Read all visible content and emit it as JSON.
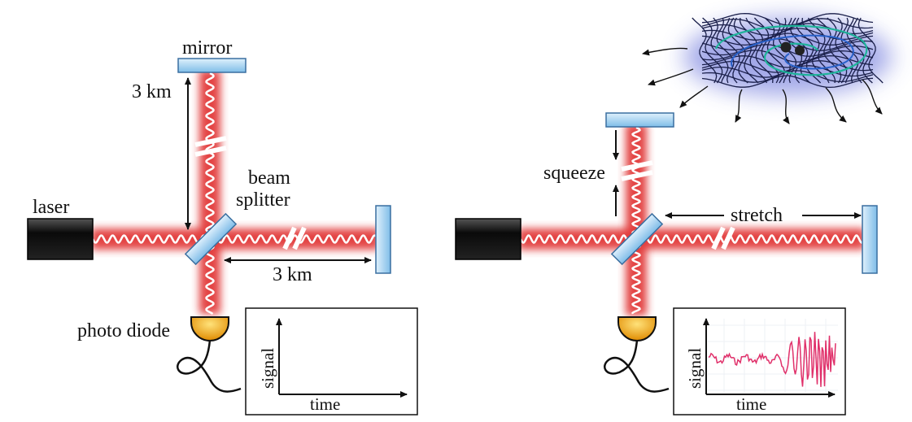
{
  "left_panel": {
    "labels": {
      "mirror": "mirror",
      "arm_length_vertical": "3 km",
      "arm_length_horizontal": "3 km",
      "beam": "beam",
      "splitter": "splitter",
      "laser": "laser",
      "photo_diode": "photo diode"
    },
    "plot": {
      "ylabel": "signal",
      "xlabel": "time"
    }
  },
  "right_panel": {
    "labels": {
      "squeeze": "squeeze",
      "stretch": "stretch"
    },
    "plot": {
      "ylabel": "signal",
      "xlabel": "time"
    }
  },
  "colors": {
    "beam_glow": "#e23b3b",
    "beam_wave": "#ffffff",
    "mirror_fill": "#a9d3f2",
    "detector": "#f2a300",
    "laser_body": "#111111",
    "signal_trace": "#e0306a",
    "gw_cloud": "#9aa0e6",
    "gw_grid": "#1a1f4a",
    "gw_spiral": "#1fb39a"
  }
}
